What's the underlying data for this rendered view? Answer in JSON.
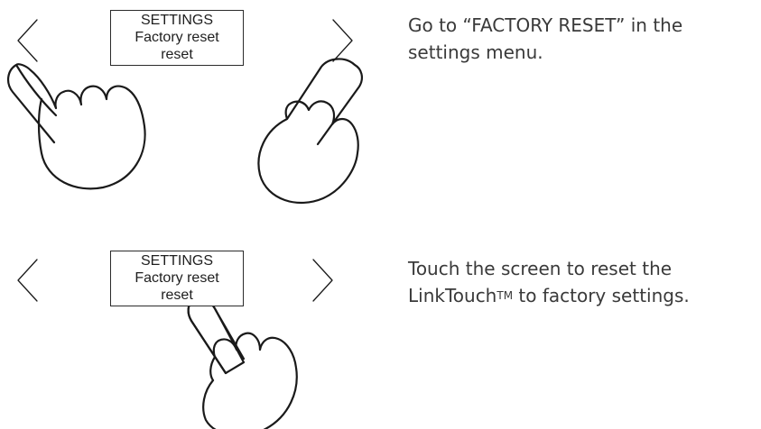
{
  "steps": [
    {
      "screen": {
        "line1": "SETTINGS",
        "line2": "Factory reset",
        "line3": "reset"
      },
      "left_arrow_icon": "chevron-left-icon",
      "right_arrow_icon": "chevron-right-icon",
      "hand_icons": [
        "tapping-hand-icon",
        "tapping-hand-icon"
      ],
      "instruction": "Go to “FACTORY RESET” in the settings menu."
    },
    {
      "screen": {
        "line1": "SETTINGS",
        "line2": "Factory reset",
        "line3": "reset"
      },
      "left_arrow_icon": "chevron-left-icon",
      "right_arrow_icon": "chevron-right-icon",
      "hand_icons": [
        "tapping-hand-icon"
      ],
      "instruction_before": "Touch the screen to reset the LinkTouch",
      "instruction_tm": "TM",
      "instruction_after": " to factory settings."
    }
  ],
  "colors": {
    "line": "#1a1a1a",
    "text": "#3a3a3a",
    "background": "#ffffff"
  }
}
